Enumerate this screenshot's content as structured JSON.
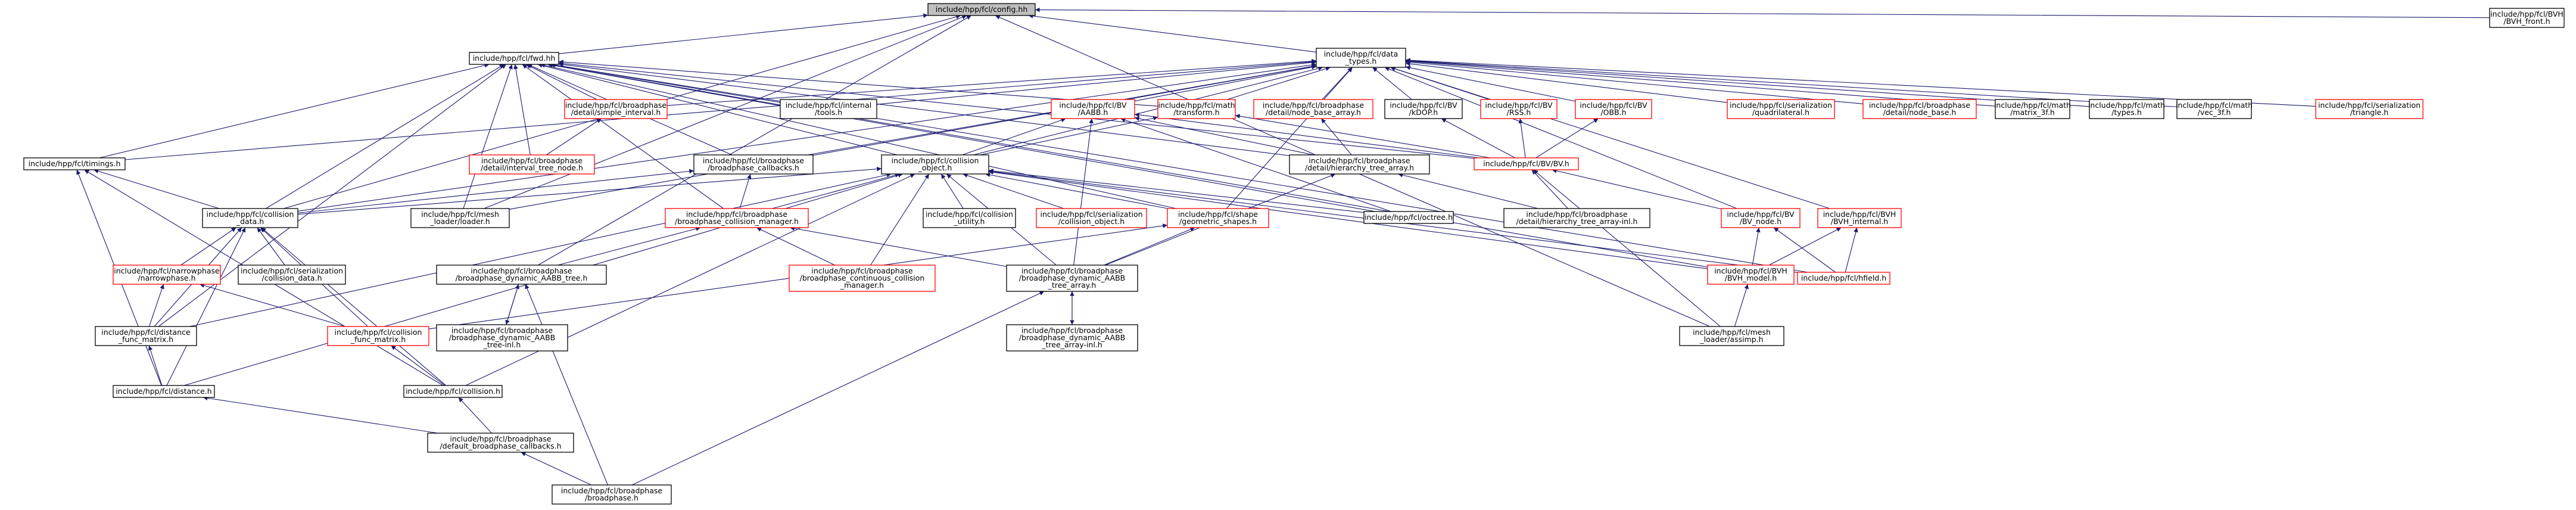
{
  "colors": {
    "edge": "#191970",
    "black_border": "#000000",
    "red_border": "#ff0000",
    "root_fill": "#bfbfbf",
    "background": "#ffffff"
  },
  "nodes": [
    {
      "id": "config",
      "lines": [
        "include/hpp/fcl/config.hh"
      ],
      "style": "root"
    },
    {
      "id": "fwd",
      "lines": [
        "include/hpp/fcl/fwd.hh"
      ],
      "style": "black"
    },
    {
      "id": "data_types",
      "lines": [
        "include/hpp/fcl/data",
        "_types.h"
      ],
      "style": "black"
    },
    {
      "id": "bvh_front",
      "lines": [
        "include/hpp/fcl/BVH",
        "/BVH_front.h"
      ],
      "style": "black"
    },
    {
      "id": "timings",
      "lines": [
        "include/hpp/fcl/timings.h"
      ],
      "style": "black"
    },
    {
      "id": "simple_interval",
      "lines": [
        "include/hpp/fcl/broadphase",
        "/detail/simple_interval.h"
      ],
      "style": "red"
    },
    {
      "id": "interval_tree_node",
      "lines": [
        "include/hpp/fcl/broadphase",
        "/detail/interval_tree_node.h"
      ],
      "style": "red"
    },
    {
      "id": "internal_tools",
      "lines": [
        "include/hpp/fcl/internal",
        "/tools.h"
      ],
      "style": "black"
    },
    {
      "id": "aabb",
      "lines": [
        "include/hpp/fcl/BV",
        "/AABB.h"
      ],
      "style": "red"
    },
    {
      "id": "transform",
      "lines": [
        "include/hpp/fcl/math",
        "/transform.h"
      ],
      "style": "red"
    },
    {
      "id": "node_base_array",
      "lines": [
        "include/hpp/fcl/broadphase",
        "/detail/node_base_array.h"
      ],
      "style": "red"
    },
    {
      "id": "kdop",
      "lines": [
        "include/hpp/fcl/BV",
        "/kDOP.h"
      ],
      "style": "black"
    },
    {
      "id": "rss",
      "lines": [
        "include/hpp/fcl/BV",
        "/RSS.h"
      ],
      "style": "red"
    },
    {
      "id": "obb",
      "lines": [
        "include/hpp/fcl/BV",
        "/OBB.h"
      ],
      "style": "red"
    },
    {
      "id": "ser_quad",
      "lines": [
        "include/hpp/fcl/serialization",
        "/quadrilateral.h"
      ],
      "style": "red"
    },
    {
      "id": "node_base",
      "lines": [
        "include/hpp/fcl/broadphase",
        "/detail/node_base.h"
      ],
      "style": "red"
    },
    {
      "id": "matrix_3f",
      "lines": [
        "include/hpp/fcl/math",
        "/matrix_3f.h"
      ],
      "style": "black"
    },
    {
      "id": "math_types",
      "lines": [
        "include/hpp/fcl/math",
        "/types.h"
      ],
      "style": "black"
    },
    {
      "id": "vec_3f",
      "lines": [
        "include/hpp/fcl/math",
        "/vec_3f.h"
      ],
      "style": "black"
    },
    {
      "id": "ser_triangle",
      "lines": [
        "include/hpp/fcl/serialization",
        "/triangle.h"
      ],
      "style": "red"
    },
    {
      "id": "collision_object",
      "lines": [
        "include/hpp/fcl/collision",
        "_object.h"
      ],
      "style": "black"
    },
    {
      "id": "bp_callbacks",
      "lines": [
        "include/hpp/fcl/broadphase",
        "/broadphase_callbacks.h"
      ],
      "style": "black"
    },
    {
      "id": "hier_tree_array",
      "lines": [
        "include/hpp/fcl/broadphase",
        "/detail/hierarchy_tree_array.h"
      ],
      "style": "black"
    },
    {
      "id": "bv",
      "lines": [
        "include/hpp/fcl/BV/BV.h"
      ],
      "style": "red"
    },
    {
      "id": "collision_data",
      "lines": [
        "include/hpp/fcl/collision",
        "_data.h"
      ],
      "style": "black"
    },
    {
      "id": "mesh_loader",
      "lines": [
        "include/hpp/fcl/mesh",
        "_loader/loader.h"
      ],
      "style": "black"
    },
    {
      "id": "bp_coll_mgr",
      "lines": [
        "include/hpp/fcl/broadphase",
        "/broadphase_collision_manager.h"
      ],
      "style": "red"
    },
    {
      "id": "coll_utility",
      "lines": [
        "include/hpp/fcl/collision",
        "_utility.h"
      ],
      "style": "black"
    },
    {
      "id": "ser_coll_obj",
      "lines": [
        "include/hpp/fcl/serialization",
        "/collision_object.h"
      ],
      "style": "red"
    },
    {
      "id": "geom_shapes",
      "lines": [
        "include/hpp/fcl/shape",
        "/geometric_shapes.h"
      ],
      "style": "red"
    },
    {
      "id": "octree",
      "lines": [
        "include/hpp/fcl/octree.h"
      ],
      "style": "black"
    },
    {
      "id": "hier_tree_array_inl",
      "lines": [
        "include/hpp/fcl/broadphase",
        "/detail/hierarchy_tree_array-inl.h"
      ],
      "style": "black"
    },
    {
      "id": "bv_node",
      "lines": [
        "include/hpp/fcl/BV",
        "/BV_node.h"
      ],
      "style": "red"
    },
    {
      "id": "bvh_internal",
      "lines": [
        "include/hpp/fcl/BVH",
        "/BVH_internal.h"
      ],
      "style": "red"
    },
    {
      "id": "narrowphase",
      "lines": [
        "include/hpp/fcl/narrowphase",
        "/narrowphase.h"
      ],
      "style": "red"
    },
    {
      "id": "ser_coll_data",
      "lines": [
        "include/hpp/fcl/serialization",
        "/collision_data.h"
      ],
      "style": "black"
    },
    {
      "id": "bp_dyn_aabb_tree",
      "lines": [
        "include/hpp/fcl/broadphase",
        "/broadphase_dynamic_AABB_tree.h"
      ],
      "style": "black"
    },
    {
      "id": "bp_cont_coll_mgr",
      "lines": [
        "include/hpp/fcl/broadphase",
        "/broadphase_continuous_collision",
        "_manager.h"
      ],
      "style": "red"
    },
    {
      "id": "bp_dyn_aabb_tree_array",
      "lines": [
        "include/hpp/fcl/broadphase",
        "/broadphase_dynamic_AABB",
        "_tree_array.h"
      ],
      "style": "black"
    },
    {
      "id": "bvh_model",
      "lines": [
        "include/hpp/fcl/BVH",
        "/BVH_model.h"
      ],
      "style": "red"
    },
    {
      "id": "hfield",
      "lines": [
        "include/hpp/fcl/hfield.h"
      ],
      "style": "red"
    },
    {
      "id": "dist_func_matrix",
      "lines": [
        "include/hpp/fcl/distance",
        "_func_matrix.h"
      ],
      "style": "black"
    },
    {
      "id": "coll_func_matrix",
      "lines": [
        "include/hpp/fcl/collision",
        "_func_matrix.h"
      ],
      "style": "red"
    },
    {
      "id": "bp_dyn_aabb_tree_inl",
      "lines": [
        "include/hpp/fcl/broadphase",
        "/broadphase_dynamic_AABB",
        "_tree-inl.h"
      ],
      "style": "black"
    },
    {
      "id": "bp_dyn_aabb_tree_array_inl",
      "lines": [
        "include/hpp/fcl/broadphase",
        "/broadphase_dynamic_AABB",
        "_tree_array-inl.h"
      ],
      "style": "black"
    },
    {
      "id": "mesh_assimp",
      "lines": [
        "include/hpp/fcl/mesh",
        "_loader/assimp.h"
      ],
      "style": "black"
    },
    {
      "id": "distance",
      "lines": [
        "include/hpp/fcl/distance.h"
      ],
      "style": "black"
    },
    {
      "id": "collision",
      "lines": [
        "include/hpp/fcl/collision.h"
      ],
      "style": "black"
    },
    {
      "id": "default_bp_callbacks",
      "lines": [
        "include/hpp/fcl/broadphase",
        "/default_broadphase_callbacks.h"
      ],
      "style": "black"
    },
    {
      "id": "broadphase",
      "lines": [
        "include/hpp/fcl/broadphase",
        "/broadphase.h"
      ],
      "style": "black"
    }
  ],
  "edges": [
    [
      "config",
      "fwd"
    ],
    [
      "config",
      "data_types"
    ],
    [
      "config",
      "bvh_front"
    ],
    [
      "config",
      "mesh_assimp"
    ],
    [
      "config",
      "collision_data"
    ],
    [
      "config",
      "mesh_loader"
    ],
    [
      "config",
      "bp_dyn_aabb_tree"
    ],
    [
      "fwd",
      "timings"
    ],
    [
      "fwd",
      "simple_interval"
    ],
    [
      "fwd",
      "interval_tree_node"
    ],
    [
      "fwd",
      "internal_tools"
    ],
    [
      "fwd",
      "transform"
    ],
    [
      "fwd",
      "collision_object"
    ],
    [
      "fwd",
      "bp_callbacks"
    ],
    [
      "fwd",
      "hier_tree_array"
    ],
    [
      "fwd",
      "bv"
    ],
    [
      "fwd",
      "collision_data"
    ],
    [
      "fwd",
      "mesh_loader"
    ],
    [
      "fwd",
      "bp_coll_mgr"
    ],
    [
      "fwd",
      "geom_shapes"
    ],
    [
      "fwd",
      "octree"
    ],
    [
      "fwd",
      "hfield"
    ],
    [
      "fwd",
      "bvh_model"
    ],
    [
      "fwd",
      "dist_func_matrix"
    ],
    [
      "data_types",
      "internal_tools"
    ],
    [
      "data_types",
      "aabb"
    ],
    [
      "data_types",
      "transform"
    ],
    [
      "data_types",
      "node_base_array"
    ],
    [
      "data_types",
      "kdop"
    ],
    [
      "data_types",
      "rss"
    ],
    [
      "data_types",
      "obb"
    ],
    [
      "data_types",
      "ser_quad"
    ],
    [
      "data_types",
      "node_base"
    ],
    [
      "data_types",
      "matrix_3f"
    ],
    [
      "data_types",
      "math_types"
    ],
    [
      "data_types",
      "vec_3f"
    ],
    [
      "data_types",
      "ser_triangle"
    ],
    [
      "data_types",
      "bv_node"
    ],
    [
      "data_types",
      "bvh_internal"
    ],
    [
      "data_types",
      "simple_interval"
    ],
    [
      "data_types",
      "collision_object"
    ],
    [
      "data_types",
      "bp_callbacks"
    ],
    [
      "data_types",
      "collision_data"
    ],
    [
      "data_types",
      "geom_shapes"
    ],
    [
      "data_types",
      "mesh_loader"
    ],
    [
      "data_types",
      "timings"
    ],
    [
      "simple_interval",
      "interval_tree_node"
    ],
    [
      "timings",
      "collision_data"
    ],
    [
      "timings",
      "distance"
    ],
    [
      "timings",
      "collision"
    ],
    [
      "aabb",
      "collision_object"
    ],
    [
      "aabb",
      "bv"
    ],
    [
      "aabb",
      "hier_tree_array"
    ],
    [
      "aabb",
      "octree"
    ],
    [
      "aabb",
      "bp_dyn_aabb_tree_array"
    ],
    [
      "transform",
      "bv"
    ],
    [
      "transform",
      "collision_object"
    ],
    [
      "node_base_array",
      "hier_tree_array"
    ],
    [
      "kdop",
      "bv"
    ],
    [
      "rss",
      "bv"
    ],
    [
      "obb",
      "bv"
    ],
    [
      "collision_object",
      "collision_data"
    ],
    [
      "collision_object",
      "bp_coll_mgr"
    ],
    [
      "collision_object",
      "coll_utility"
    ],
    [
      "collision_object",
      "ser_coll_obj"
    ],
    [
      "collision_object",
      "geom_shapes"
    ],
    [
      "collision_object",
      "octree"
    ],
    [
      "collision_object",
      "bvh_model"
    ],
    [
      "collision_object",
      "hfield"
    ],
    [
      "collision_object",
      "bp_cont_coll_mgr"
    ],
    [
      "collision_object",
      "bp_dyn_aabb_tree_array"
    ],
    [
      "collision_object",
      "dist_func_matrix"
    ],
    [
      "collision_object",
      "collision"
    ],
    [
      "collision_object",
      "distance"
    ],
    [
      "bp_callbacks",
      "bp_coll_mgr"
    ],
    [
      "bp_callbacks",
      "collision_data"
    ],
    [
      "hier_tree_array",
      "hier_tree_array_inl"
    ],
    [
      "hier_tree_array",
      "bp_dyn_aabb_tree_array"
    ],
    [
      "bv",
      "bv_node"
    ],
    [
      "bv",
      "hier_tree_array_inl"
    ],
    [
      "bv",
      "mesh_assimp"
    ],
    [
      "collision_data",
      "narrowphase"
    ],
    [
      "collision_data",
      "ser_coll_data"
    ],
    [
      "collision_data",
      "coll_func_matrix"
    ],
    [
      "collision_data",
      "dist_func_matrix"
    ],
    [
      "collision_data",
      "collision"
    ],
    [
      "collision_data",
      "distance"
    ],
    [
      "bp_coll_mgr",
      "bp_dyn_aabb_tree"
    ],
    [
      "bp_coll_mgr",
      "bp_cont_coll_mgr"
    ],
    [
      "bp_coll_mgr",
      "bp_dyn_aabb_tree_array"
    ],
    [
      "geom_shapes",
      "bp_dyn_aabb_tree_array"
    ],
    [
      "geom_shapes",
      "coll_func_matrix"
    ],
    [
      "bv_node",
      "bvh_model"
    ],
    [
      "bv_node",
      "hfield"
    ],
    [
      "bvh_internal",
      "bvh_model"
    ],
    [
      "bvh_internal",
      "hfield"
    ],
    [
      "narrowphase",
      "dist_func_matrix"
    ],
    [
      "narrowphase",
      "coll_func_matrix"
    ],
    [
      "bp_dyn_aabb_tree",
      "bp_dyn_aabb_tree_inl"
    ],
    [
      "bp_dyn_aabb_tree",
      "broadphase"
    ],
    [
      "bp_dyn_aabb_tree_inl",
      "bp_dyn_aabb_tree"
    ],
    [
      "bp_dyn_aabb_tree_array",
      "bp_dyn_aabb_tree_array_inl"
    ],
    [
      "bp_dyn_aabb_tree_array",
      "broadphase"
    ],
    [
      "bp_dyn_aabb_tree_array_inl",
      "bp_dyn_aabb_tree_array"
    ],
    [
      "bvh_model",
      "mesh_assimp"
    ],
    [
      "dist_func_matrix",
      "distance"
    ],
    [
      "coll_func_matrix",
      "collision"
    ],
    [
      "distance",
      "default_bp_callbacks"
    ],
    [
      "collision",
      "default_bp_callbacks"
    ],
    [
      "default_bp_callbacks",
      "broadphase"
    ]
  ]
}
